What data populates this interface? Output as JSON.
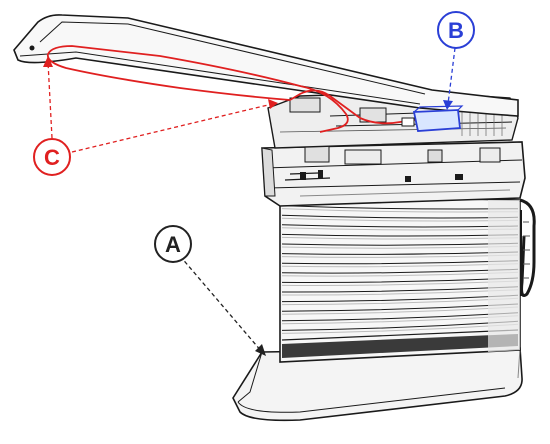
{
  "callouts": {
    "a": {
      "label": "A",
      "color": "#222222"
    },
    "b": {
      "label": "B",
      "color": "#2a3fd6"
    },
    "c": {
      "label": "C",
      "color": "#e02020"
    }
  },
  "colors": {
    "line": "#1a1a1a",
    "cable": "#e02020",
    "highlight_fill": "#d9e6ff",
    "highlight_stroke": "#2a3fd6",
    "shade": "#bdbdbd",
    "dark_band": "#3a3a3a"
  }
}
